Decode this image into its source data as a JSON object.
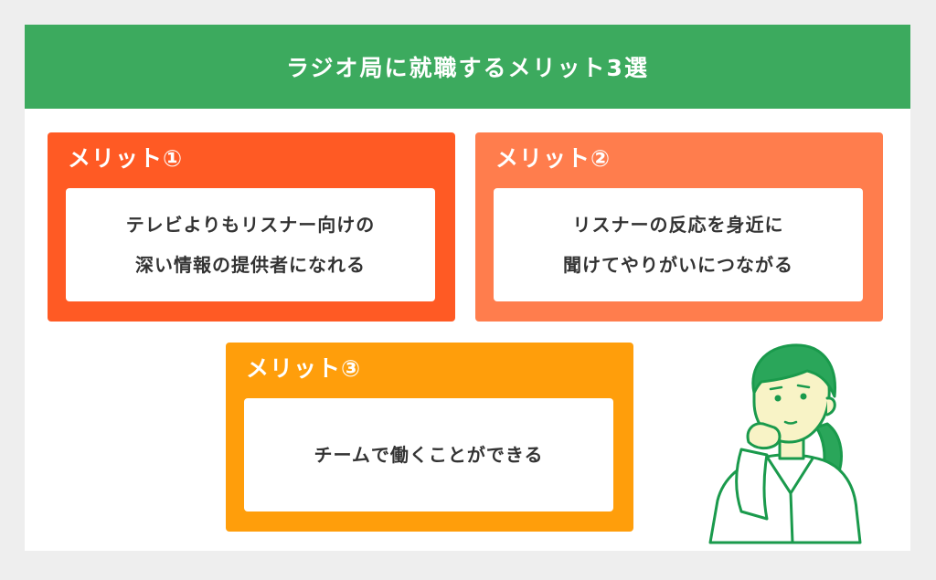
{
  "header": {
    "title": "ラジオ局に就職するメリット3選"
  },
  "cards": [
    {
      "title": "メリット①",
      "lines": [
        "テレビよりもリスナー向けの",
        "深い情報の提供者になれる"
      ]
    },
    {
      "title": "メリット②",
      "lines": [
        "リスナーの反応を身近に",
        "聞けてやりがいにつながる"
      ]
    },
    {
      "title": "メリット③",
      "lines": [
        "チームで働くことができる"
      ]
    }
  ],
  "colors": {
    "header_green": "#3caa5e",
    "card1": "#ff5a24",
    "card2": "#ff7d4d",
    "card3": "#ff9e0b",
    "text_dark": "#333333"
  },
  "illustration": {
    "icon": "thinking-woman-illustration"
  }
}
